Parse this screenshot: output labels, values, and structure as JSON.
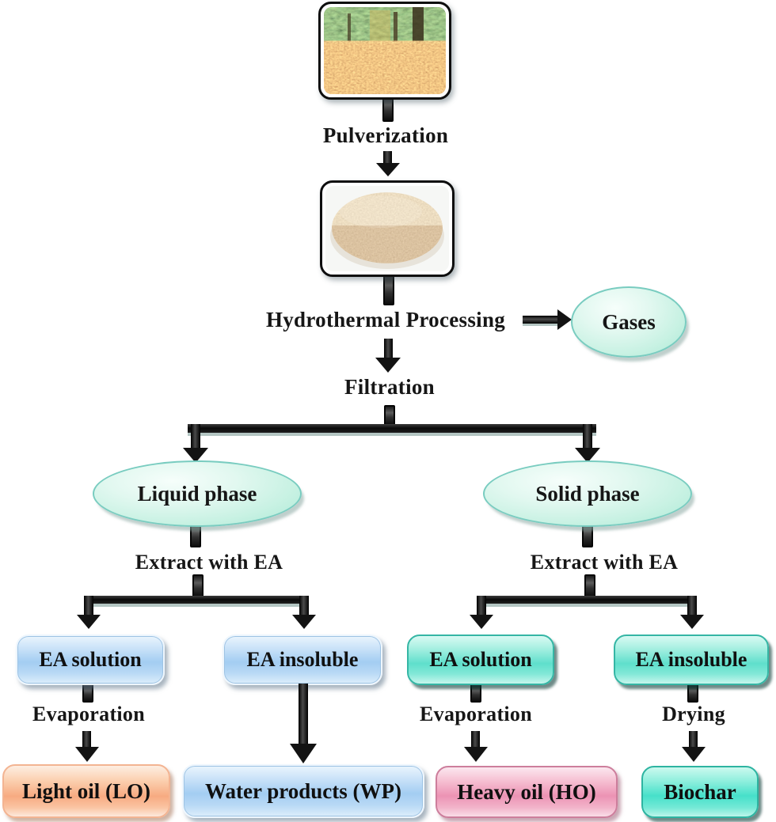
{
  "flow": {
    "pulverization": "Pulverization",
    "hydrothermal_processing": "Hydrothermal Processing",
    "gases": "Gases",
    "filtration": "Filtration",
    "liquid_phase": "Liquid phase",
    "solid_phase": "Solid phase",
    "extract_with_ea_liquid": "Extract with EA",
    "extract_with_ea_solid": "Extract with EA",
    "ea_solution_liquid": "EA solution",
    "ea_insoluble_liquid": "EA insoluble",
    "ea_solution_solid": "EA solution",
    "ea_insoluble_solid": "EA insoluble",
    "evaporation_liquid": "Evaporation",
    "evaporation_solid": "Evaporation",
    "drying": "Drying",
    "light_oil": "Light oil (LO)",
    "water_products": "Water products (WP)",
    "heavy_oil": "Heavy oil (HO)",
    "biochar": "Biochar"
  },
  "images": {
    "leaves_photo_alt": "Fallen autumn leaves on a forest floor",
    "powder_photo_alt": "Pile of pulverized leaf powder"
  },
  "colors": {
    "ellipse_fill": "#cdf2e4",
    "ellipse_border": "#79ccc0",
    "blue_box_fill": "#a3cdf2",
    "teal_box_fill": "#5fdfcc",
    "orange_box_fill": "#f7aa81",
    "pink_box_fill": "#ec93b4",
    "biochar_box_fill": "#46e0ca",
    "arrow_black": "#141414"
  }
}
